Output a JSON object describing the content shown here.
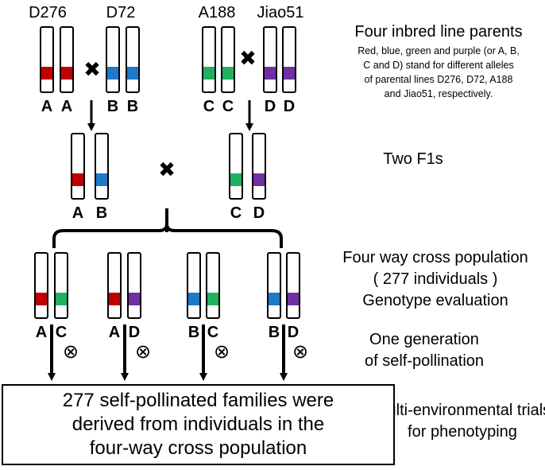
{
  "parents": {
    "p1_name": "D276",
    "p2_name": "D72",
    "p3_name": "A188",
    "p4_name": "Jiao51"
  },
  "allele_labels": {
    "A": "A",
    "B": "B",
    "C": "C",
    "D": "D"
  },
  "cross_symbol": "✖",
  "self_symbol": "⊗",
  "colors": {
    "A": "#c00000",
    "B": "#1f78c8",
    "C": "#1fb060",
    "D": "#7030a0",
    "chromosome_outline": "#000000"
  },
  "annotations": {
    "parents_title": "Four inbred line parents",
    "parents_note_line1": "Red, blue, green and purple (or A, B,",
    "parents_note_line2": "C and D) stand for different alleles",
    "parents_note_line3": "of parental lines D276, D72, A188",
    "parents_note_line4": "and Jiao51, respectively.",
    "f1_title": "Two F1s",
    "fwc_line1": "Four way cross population",
    "fwc_line2": "( 277 individuals )",
    "fwc_line3": "Genotype evaluation",
    "self_line1": "One generation",
    "self_line2": "of self-pollination",
    "met_line1": "Multi-environmental trials",
    "met_line2": "for phenotyping"
  },
  "families_box": {
    "line1": "277 self-pollinated families were",
    "line2": "derived from individuals in the",
    "line3": "four-way cross population"
  }
}
